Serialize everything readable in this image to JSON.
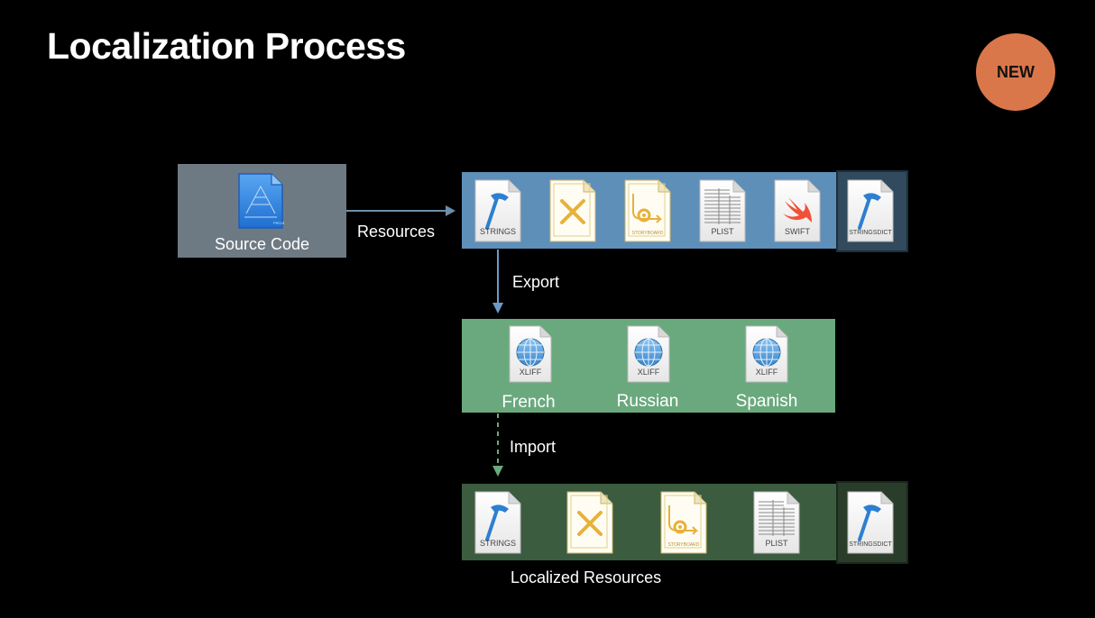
{
  "title": "Localization Process",
  "badge": "NEW",
  "source": {
    "label": "Source Code"
  },
  "labels": {
    "resources": "Resources",
    "export": "Export",
    "import": "Import",
    "localized": "Localized Resources"
  },
  "resource_files": [
    {
      "caption": "STRINGS",
      "icon": "hammer-icon"
    },
    {
      "caption": "",
      "icon": "xib-icon"
    },
    {
      "caption": "STORYBOARD",
      "icon": "storyboard-icon"
    },
    {
      "caption": "PLIST",
      "icon": "plist-icon"
    },
    {
      "caption": "SWIFT",
      "icon": "swift-icon"
    },
    {
      "caption": "STRINGSDICT",
      "icon": "hammer-icon"
    }
  ],
  "xliff_files": [
    {
      "caption": "XLIFF",
      "language": "French"
    },
    {
      "caption": "XLIFF",
      "language": "Russian"
    },
    {
      "caption": "XLIFF",
      "language": "Spanish"
    }
  ],
  "localized_files": [
    {
      "caption": "STRINGS",
      "icon": "hammer-icon"
    },
    {
      "caption": "",
      "icon": "xib-icon"
    },
    {
      "caption": "STORYBOARD",
      "icon": "storyboard-icon"
    },
    {
      "caption": "PLIST",
      "icon": "plist-icon"
    },
    {
      "caption": "STRINGSDICT",
      "icon": "hammer-icon"
    }
  ],
  "colors": {
    "resources_band": "#5e8fb8",
    "xliff_band": "#6aa97d",
    "localized_band": "#3c5c3f",
    "badge": "#d9774a"
  }
}
